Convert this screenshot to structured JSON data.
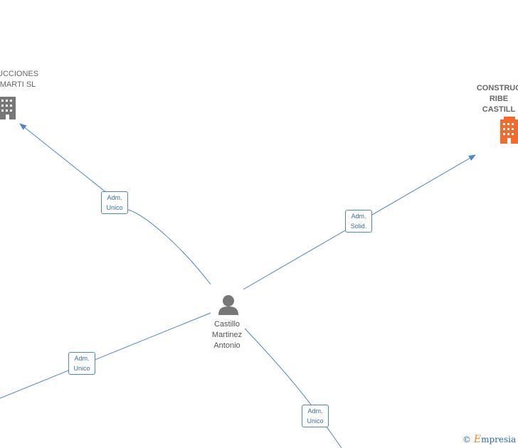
{
  "colors": {
    "edge": "#4a86c8",
    "company_gray": "#777777",
    "company_highlight": "#f26b2c",
    "person": "#777777"
  },
  "companies": [
    {
      "lines": [
        "UCCIONES",
        "MARTI SL"
      ],
      "icon": "building-icon",
      "highlight": false
    },
    {
      "lines": [
        "CONSTRUC",
        "RIBE",
        "CASTILL"
      ],
      "icon": "building-icon",
      "highlight": true
    }
  ],
  "person": {
    "icon": "person-icon",
    "lines": [
      "Castillo",
      "Martinez",
      "Antonio"
    ]
  },
  "edges": [
    {
      "label_lines": [
        "Adm.",
        "Unico"
      ]
    },
    {
      "label_lines": [
        "Adm.",
        "Solid."
      ]
    },
    {
      "label_lines": [
        "Adm.",
        "Unico"
      ]
    },
    {
      "label_lines": [
        "Adm.",
        "Unico"
      ]
    }
  ],
  "brand": {
    "copyright": "©",
    "text": "mpresia",
    "initial": "E"
  }
}
